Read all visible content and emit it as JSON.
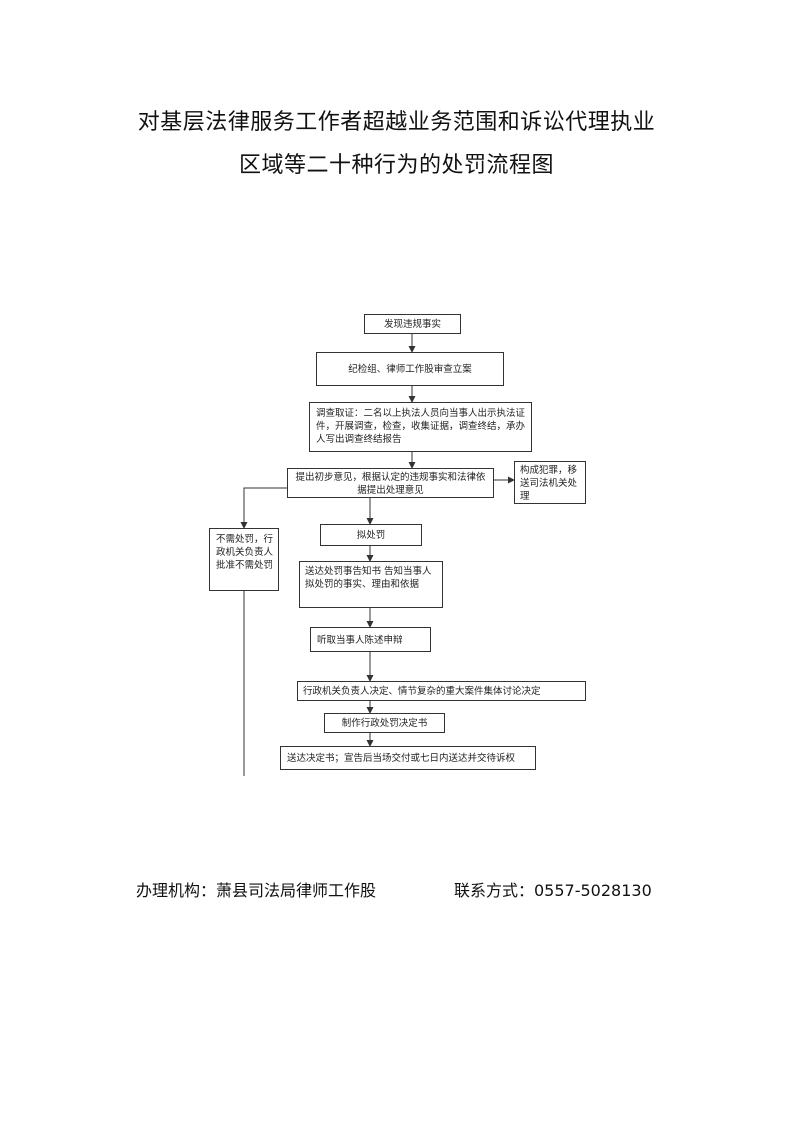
{
  "title": {
    "line1": "对基层法律服务工作者超越业务范围和诉讼代理执业",
    "line2": "区域等二十种行为的处罚流程图"
  },
  "flowchart": {
    "discover": "发现违规事实",
    "review": "纪检组、律师工作股审查立案",
    "investigate": "调查取证：二名以上执法人员向当事人出示执法证件，开展调查，检查，收集证据，调查终结，承办人写出调查终结报告",
    "opinion": "提出初步意见，根据认定的违规事实和法律依据提出处理意见",
    "crime": "构成犯罪，移送司法机关处理",
    "no_penalty": "不需处罚，行政机关负责人批准不需处罚",
    "propose": "拟处罚",
    "notice": "送达处罚事告知书 告知当事人拟处罚的事实、理由和依据",
    "hearing": "听取当事人陈述申辩",
    "decide": "行政机关负责人决定、情节复杂的重大案件集体讨论决定",
    "make_decision": "制作行政处罚决定书",
    "deliver": "送达决定书；宣告后当场交付或七日内送达并交待诉权"
  },
  "footer": {
    "agency": "办理机构：萧县司法局律师工作股",
    "contact": "联系方式：0557-5028130"
  }
}
